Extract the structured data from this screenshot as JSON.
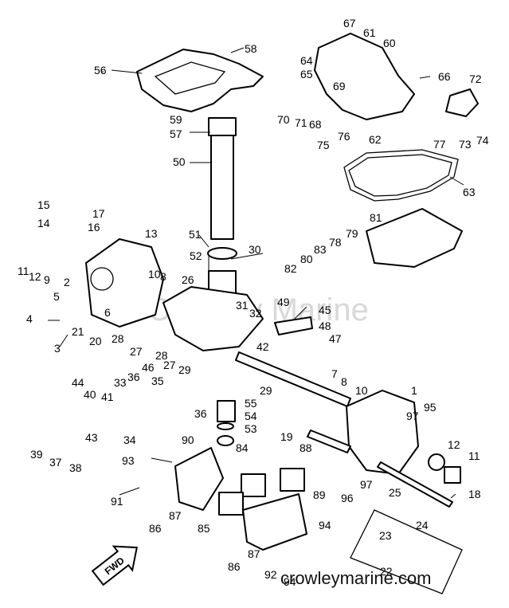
{
  "watermark": "Crowley Marine",
  "site": "crowleymarine.com",
  "direction_label": "FWD",
  "part_numbers": [
    {
      "id": "1"
    },
    {
      "id": "2"
    },
    {
      "id": "3"
    },
    {
      "id": "4"
    },
    {
      "id": "5"
    },
    {
      "id": "6"
    },
    {
      "id": "7"
    },
    {
      "id": "8"
    },
    {
      "id": "8"
    },
    {
      "id": "9"
    },
    {
      "id": "10"
    },
    {
      "id": "10"
    },
    {
      "id": "11"
    },
    {
      "id": "11"
    },
    {
      "id": "12"
    },
    {
      "id": "12"
    },
    {
      "id": "13"
    },
    {
      "id": "14"
    },
    {
      "id": "15"
    },
    {
      "id": "16"
    },
    {
      "id": "17"
    },
    {
      "id": "18"
    },
    {
      "id": "19"
    },
    {
      "id": "20"
    },
    {
      "id": "21"
    },
    {
      "id": "22"
    },
    {
      "id": "23"
    },
    {
      "id": "24"
    },
    {
      "id": "25"
    },
    {
      "id": "26"
    },
    {
      "id": "27"
    },
    {
      "id": "27"
    },
    {
      "id": "28"
    },
    {
      "id": "28"
    },
    {
      "id": "29"
    },
    {
      "id": "29"
    },
    {
      "id": "30"
    },
    {
      "id": "31"
    },
    {
      "id": "32"
    },
    {
      "id": "33"
    },
    {
      "id": "34"
    },
    {
      "id": "35"
    },
    {
      "id": "36"
    },
    {
      "id": "36"
    },
    {
      "id": "37"
    },
    {
      "id": "38"
    },
    {
      "id": "39"
    },
    {
      "id": "40"
    },
    {
      "id": "41"
    },
    {
      "id": "42"
    },
    {
      "id": "43"
    },
    {
      "id": "44"
    },
    {
      "id": "45"
    },
    {
      "id": "46"
    },
    {
      "id": "47"
    },
    {
      "id": "48"
    },
    {
      "id": "49"
    },
    {
      "id": "50"
    },
    {
      "id": "51"
    },
    {
      "id": "52"
    },
    {
      "id": "53"
    },
    {
      "id": "54"
    },
    {
      "id": "55"
    },
    {
      "id": "56"
    },
    {
      "id": "57"
    },
    {
      "id": "58"
    },
    {
      "id": "59"
    },
    {
      "id": "60"
    },
    {
      "id": "61"
    },
    {
      "id": "62"
    },
    {
      "id": "63"
    },
    {
      "id": "64"
    },
    {
      "id": "65"
    },
    {
      "id": "66"
    },
    {
      "id": "67"
    },
    {
      "id": "68"
    },
    {
      "id": "69"
    },
    {
      "id": "70"
    },
    {
      "id": "71"
    },
    {
      "id": "72"
    },
    {
      "id": "73"
    },
    {
      "id": "74"
    },
    {
      "id": "75"
    },
    {
      "id": "76"
    },
    {
      "id": "77"
    },
    {
      "id": "78"
    },
    {
      "id": "79"
    },
    {
      "id": "80"
    },
    {
      "id": "81"
    },
    {
      "id": "82"
    },
    {
      "id": "83"
    },
    {
      "id": "84"
    },
    {
      "id": "85"
    },
    {
      "id": "86"
    },
    {
      "id": "86"
    },
    {
      "id": "87"
    },
    {
      "id": "87"
    },
    {
      "id": "88"
    },
    {
      "id": "89"
    },
    {
      "id": "90"
    },
    {
      "id": "91"
    },
    {
      "id": "92"
    },
    {
      "id": "93"
    },
    {
      "id": "94"
    },
    {
      "id": "94"
    },
    {
      "id": "95"
    },
    {
      "id": "96"
    },
    {
      "id": "97"
    },
    {
      "id": "97"
    }
  ]
}
